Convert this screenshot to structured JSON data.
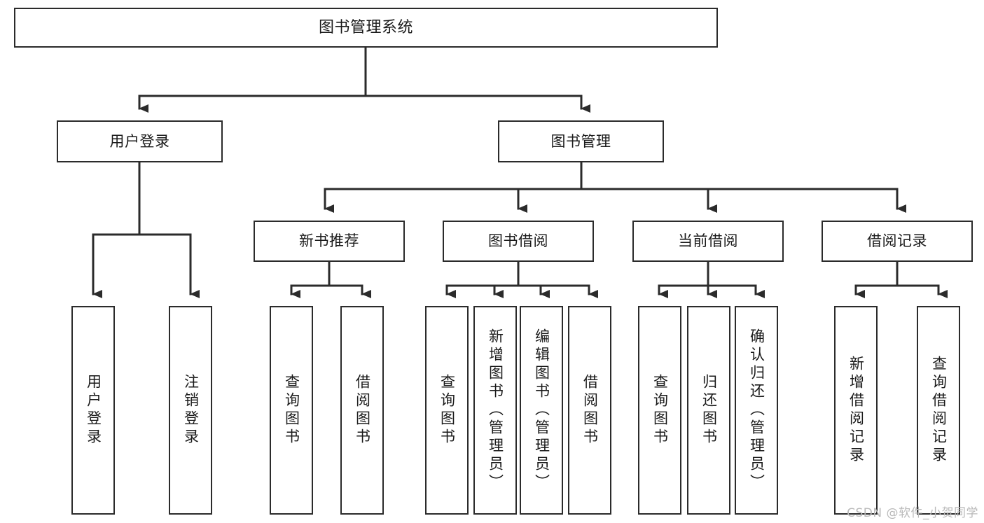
{
  "diagram": {
    "title": "图书管理系统",
    "type": "tree-hierarchy-diagram",
    "colors": {
      "background": "#ffffff",
      "node_border": "#2b2b2b",
      "node_fill": "#ffffff",
      "edge": "#2b2b2b",
      "text": "#1a1a1a",
      "watermark": "#b9b9b9"
    },
    "watermark": "CSDN @软件_小贺同学",
    "root": {
      "id": "root",
      "label": "图书管理系统",
      "orientation": "horizontal"
    },
    "level2": [
      {
        "id": "user-login",
        "label": "用户登录",
        "orientation": "horizontal"
      },
      {
        "id": "book-manage",
        "label": "图书管理",
        "orientation": "horizontal"
      }
    ],
    "level3": [
      {
        "id": "new-book-recommend",
        "label": "新书推荐",
        "orientation": "horizontal",
        "parent": "book-manage"
      },
      {
        "id": "book-borrow",
        "label": "图书借阅",
        "orientation": "horizontal",
        "parent": "book-manage"
      },
      {
        "id": "current-borrow",
        "label": "当前借阅",
        "orientation": "horizontal",
        "parent": "book-manage"
      },
      {
        "id": "borrow-record",
        "label": "借阅记录",
        "orientation": "horizontal",
        "parent": "book-manage"
      }
    ],
    "leaves": [
      {
        "id": "leaf-user-login",
        "label": "用户登录",
        "orientation": "vertical",
        "parent": "user-login"
      },
      {
        "id": "leaf-user-logout",
        "label": "注销登录",
        "orientation": "vertical",
        "parent": "user-login"
      },
      {
        "id": "leaf-query-book-1",
        "label": "查询图书",
        "orientation": "vertical",
        "parent": "new-book-recommend"
      },
      {
        "id": "leaf-borrow-book-1",
        "label": "借阅图书",
        "orientation": "vertical",
        "parent": "new-book-recommend"
      },
      {
        "id": "leaf-query-book-2",
        "label": "查询图书",
        "orientation": "vertical",
        "parent": "book-borrow"
      },
      {
        "id": "leaf-add-book",
        "label": "新增图书（管理员）",
        "orientation": "vertical",
        "parent": "book-borrow"
      },
      {
        "id": "leaf-edit-book",
        "label": "编辑图书（管理员）",
        "orientation": "vertical",
        "parent": "book-borrow"
      },
      {
        "id": "leaf-borrow-book-2",
        "label": "借阅图书",
        "orientation": "vertical",
        "parent": "book-borrow"
      },
      {
        "id": "leaf-query-book-3",
        "label": "查询图书",
        "orientation": "vertical",
        "parent": "current-borrow"
      },
      {
        "id": "leaf-return-book",
        "label": "归还图书",
        "orientation": "vertical",
        "parent": "current-borrow"
      },
      {
        "id": "leaf-confirm-return",
        "label": "确认归还（管理员）",
        "orientation": "vertical",
        "parent": "current-borrow"
      },
      {
        "id": "leaf-add-record",
        "label": "新增借阅记录",
        "orientation": "vertical",
        "parent": "borrow-record"
      },
      {
        "id": "leaf-query-record",
        "label": "查询借阅记录",
        "orientation": "vertical",
        "parent": "borrow-record"
      }
    ]
  }
}
